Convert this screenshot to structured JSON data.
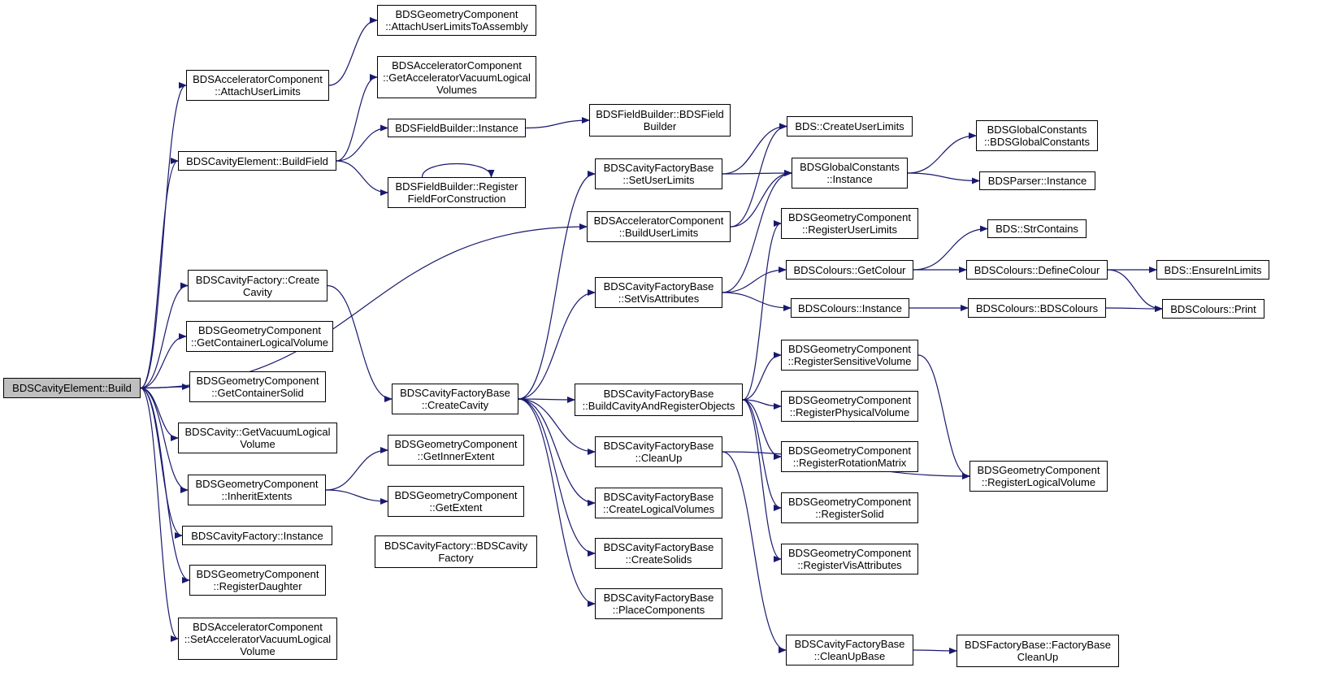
{
  "colors": {
    "edge": "#191970",
    "root_fill": "#bfbfbf",
    "node_fill": "#ffffff",
    "border": "#000000"
  },
  "nodes": [
    {
      "id": "root",
      "lines": [
        "BDSCavityElement::Build"
      ],
      "root": true
    },
    {
      "id": "n1",
      "lines": [
        "BDSGeometryComponent",
        "::AttachUserLimitsToAssembly"
      ]
    },
    {
      "id": "n2",
      "lines": [
        "BDSAcceleratorComponent",
        "::AttachUserLimits"
      ]
    },
    {
      "id": "n3",
      "lines": [
        "BDSAcceleratorComponent",
        "::GetAcceleratorVacuumLogical",
        "Volumes"
      ]
    },
    {
      "id": "n4",
      "lines": [
        "BDSFieldBuilder::Instance"
      ]
    },
    {
      "id": "n5",
      "lines": [
        "BDSFieldBuilder::BDSField",
        "Builder"
      ]
    },
    {
      "id": "n6",
      "lines": [
        "BDSCavityElement::BuildField"
      ]
    },
    {
      "id": "n7",
      "lines": [
        "BDSFieldBuilder::Register",
        "FieldForConstruction"
      ]
    },
    {
      "id": "n8",
      "lines": [
        "BDS::CreateUserLimits"
      ]
    },
    {
      "id": "n9",
      "lines": [
        "BDSGlobalConstants",
        "::BDSGlobalConstants"
      ]
    },
    {
      "id": "n10",
      "lines": [
        "BDSCavityFactoryBase",
        "::SetUserLimits"
      ]
    },
    {
      "id": "n11",
      "lines": [
        "BDSGlobalConstants",
        "::Instance"
      ]
    },
    {
      "id": "n12",
      "lines": [
        "BDSParser::Instance"
      ]
    },
    {
      "id": "n13",
      "lines": [
        "BDSAcceleratorComponent",
        "::BuildUserLimits"
      ]
    },
    {
      "id": "n14",
      "lines": [
        "BDSGeometryComponent",
        "::RegisterUserLimits"
      ]
    },
    {
      "id": "n15",
      "lines": [
        "BDS::StrContains"
      ]
    },
    {
      "id": "n16",
      "lines": [
        "BDSCavityFactory::Create",
        "Cavity"
      ]
    },
    {
      "id": "n17",
      "lines": [
        "BDSColours::GetColour"
      ]
    },
    {
      "id": "n18",
      "lines": [
        "BDSColours::DefineColour"
      ]
    },
    {
      "id": "n19",
      "lines": [
        "BDS::EnsureInLimits"
      ]
    },
    {
      "id": "n20",
      "lines": [
        "BDSCavityFactoryBase",
        "::SetVisAttributes"
      ]
    },
    {
      "id": "n21",
      "lines": [
        "BDSColours::Instance"
      ]
    },
    {
      "id": "n22",
      "lines": [
        "BDSColours::BDSColours"
      ]
    },
    {
      "id": "n23",
      "lines": [
        "BDSColours::Print"
      ]
    },
    {
      "id": "n24",
      "lines": [
        "BDSGeometryComponent",
        "::GetContainerLogicalVolume"
      ]
    },
    {
      "id": "n25",
      "lines": [
        "BDSGeometryComponent",
        "::RegisterSensitiveVolume"
      ]
    },
    {
      "id": "n26",
      "lines": [
        "BDSGeometryComponent",
        "::GetContainerSolid"
      ]
    },
    {
      "id": "n27",
      "lines": [
        "BDSCavityFactoryBase",
        "::CreateCavity"
      ]
    },
    {
      "id": "n28",
      "lines": [
        "BDSCavityFactoryBase",
        "::BuildCavityAndRegisterObjects"
      ]
    },
    {
      "id": "n29",
      "lines": [
        "BDSGeometryComponent",
        "::RegisterPhysicalVolume"
      ]
    },
    {
      "id": "n30",
      "lines": [
        "BDSCavity::GetVacuumLogical",
        "Volume"
      ]
    },
    {
      "id": "n31",
      "lines": [
        "BDSGeometryComponent",
        "::GetInnerExtent"
      ]
    },
    {
      "id": "n32",
      "lines": [
        "BDSCavityFactoryBase",
        "::CleanUp"
      ]
    },
    {
      "id": "n33",
      "lines": [
        "BDSGeometryComponent",
        "::RegisterRotationMatrix"
      ]
    },
    {
      "id": "n34",
      "lines": [
        "BDSGeometryComponent",
        "::RegisterLogicalVolume"
      ]
    },
    {
      "id": "n35",
      "lines": [
        "BDSGeometryComponent",
        "::InheritExtents"
      ]
    },
    {
      "id": "n36",
      "lines": [
        "BDSGeometryComponent",
        "::GetExtent"
      ]
    },
    {
      "id": "n37",
      "lines": [
        "BDSCavityFactoryBase",
        "::CreateLogicalVolumes"
      ]
    },
    {
      "id": "n38",
      "lines": [
        "BDSGeometryComponent",
        "::RegisterSolid"
      ]
    },
    {
      "id": "n39",
      "lines": [
        "BDSCavityFactory::Instance"
      ]
    },
    {
      "id": "n40",
      "lines": [
        "BDSCavityFactory::BDSCavity",
        "Factory"
      ]
    },
    {
      "id": "n41",
      "lines": [
        "BDSCavityFactoryBase",
        "::CreateSolids"
      ]
    },
    {
      "id": "n42",
      "lines": [
        "BDSGeometryComponent",
        "::RegisterVisAttributes"
      ]
    },
    {
      "id": "n43",
      "lines": [
        "BDSGeometryComponent",
        "::RegisterDaughter"
      ]
    },
    {
      "id": "n44",
      "lines": [
        "BDSCavityFactoryBase",
        "::PlaceComponents"
      ]
    },
    {
      "id": "n45",
      "lines": [
        "BDSAcceleratorComponent",
        "::SetAcceleratorVacuumLogical",
        "Volume"
      ]
    },
    {
      "id": "n46",
      "lines": [
        "BDSCavityFactoryBase",
        "::CleanUpBase"
      ]
    },
    {
      "id": "n47",
      "lines": [
        "BDSFactoryBase::FactoryBase",
        "CleanUp"
      ]
    }
  ],
  "edges": [
    [
      "root",
      "n2"
    ],
    [
      "root",
      "n6"
    ],
    [
      "root",
      "n13"
    ],
    [
      "root",
      "n16"
    ],
    [
      "root",
      "n24"
    ],
    [
      "root",
      "n26"
    ],
    [
      "root",
      "n30"
    ],
    [
      "root",
      "n35"
    ],
    [
      "root",
      "n39"
    ],
    [
      "root",
      "n43"
    ],
    [
      "root",
      "n45"
    ],
    [
      "n2",
      "n1"
    ],
    [
      "n6",
      "n3"
    ],
    [
      "n6",
      "n4"
    ],
    [
      "n6",
      "n7"
    ],
    [
      "n7",
      "n7"
    ],
    [
      "n4",
      "n5"
    ],
    [
      "n13",
      "n8"
    ],
    [
      "n13",
      "n11"
    ],
    [
      "n11",
      "n9"
    ],
    [
      "n11",
      "n12"
    ],
    [
      "n16",
      "n27"
    ],
    [
      "n27",
      "n10"
    ],
    [
      "n27",
      "n20"
    ],
    [
      "n27",
      "n28"
    ],
    [
      "n27",
      "n32"
    ],
    [
      "n27",
      "n37"
    ],
    [
      "n27",
      "n41"
    ],
    [
      "n27",
      "n44"
    ],
    [
      "n10",
      "n8"
    ],
    [
      "n10",
      "n11"
    ],
    [
      "n20",
      "n11"
    ],
    [
      "n20",
      "n17"
    ],
    [
      "n20",
      "n21"
    ],
    [
      "n17",
      "n15"
    ],
    [
      "n17",
      "n18"
    ],
    [
      "n18",
      "n19"
    ],
    [
      "n18",
      "n23"
    ],
    [
      "n21",
      "n22"
    ],
    [
      "n22",
      "n23"
    ],
    [
      "n28",
      "n14"
    ],
    [
      "n28",
      "n25"
    ],
    [
      "n28",
      "n29"
    ],
    [
      "n28",
      "n33"
    ],
    [
      "n28",
      "n38"
    ],
    [
      "n28",
      "n42"
    ],
    [
      "n25",
      "n34"
    ],
    [
      "n32",
      "n34"
    ],
    [
      "n32",
      "n46"
    ],
    [
      "n46",
      "n47"
    ],
    [
      "n35",
      "n31"
    ],
    [
      "n35",
      "n36"
    ]
  ]
}
